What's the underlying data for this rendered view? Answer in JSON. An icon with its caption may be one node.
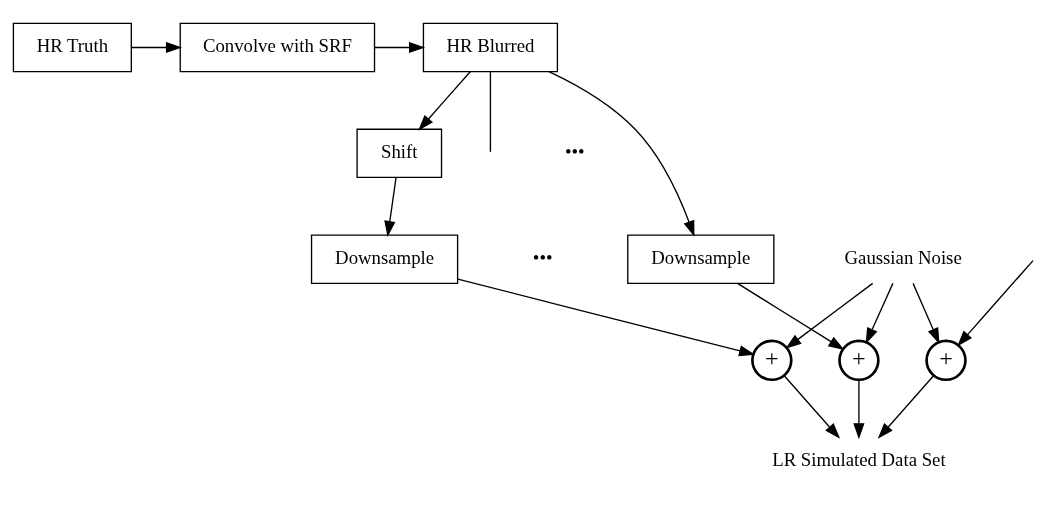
{
  "diagram": {
    "nodes": [
      {
        "text": [
          "HR Truth"
        ]
      },
      {
        "text": [
          "Convolve with SRF"
        ]
      },
      {
        "text": [
          "HR Blurred"
        ]
      },
      {
        "text": [
          "Shift"
        ]
      },
      {
        "text": [
          "Downsample"
        ]
      },
      {
        "text": [
          "Downsample"
        ]
      },
      {
        "text": [
          "Gaussian Noise"
        ]
      },
      {
        "text": [
          "+"
        ]
      },
      {
        "text": [
          "+"
        ]
      },
      {
        "text": [
          "+"
        ]
      },
      {
        "text": [
          "LR Simulated Data Set"
        ]
      }
    ],
    "edges": [
      {
        "from": 0,
        "to": 1,
        "arrow": "to"
      },
      {
        "from": 1,
        "to": 2,
        "arrow": "to"
      },
      {
        "from": 2,
        "to": null,
        "arrow": "none"
      },
      {
        "from": 2,
        "to": 3,
        "arrow": "to"
      },
      {
        "from": 2,
        "to": 4,
        "arrow": "to"
      },
      {
        "from": 3,
        "to": 5,
        "arrow": "to"
      },
      {
        "from": 6,
        "to": 7,
        "arrow": "to"
      },
      {
        "from": 6,
        "to": 8,
        "arrow": "to"
      },
      {
        "from": 6,
        "to": 9,
        "arrow": "to"
      },
      {
        "from": 4,
        "to": 7,
        "arrow": "to"
      },
      {
        "from": 5,
        "to": 8,
        "arrow": "to"
      },
      {
        "from": null,
        "to": 9,
        "arrow": "to"
      },
      {
        "from": 7,
        "to": 10,
        "arrow": "to"
      },
      {
        "from": 8,
        "to": 10,
        "arrow": "to"
      },
      {
        "from": 9,
        "to": 10,
        "arrow": "to"
      }
    ],
    "labels": [
      "•••",
      "•••"
    ]
  }
}
